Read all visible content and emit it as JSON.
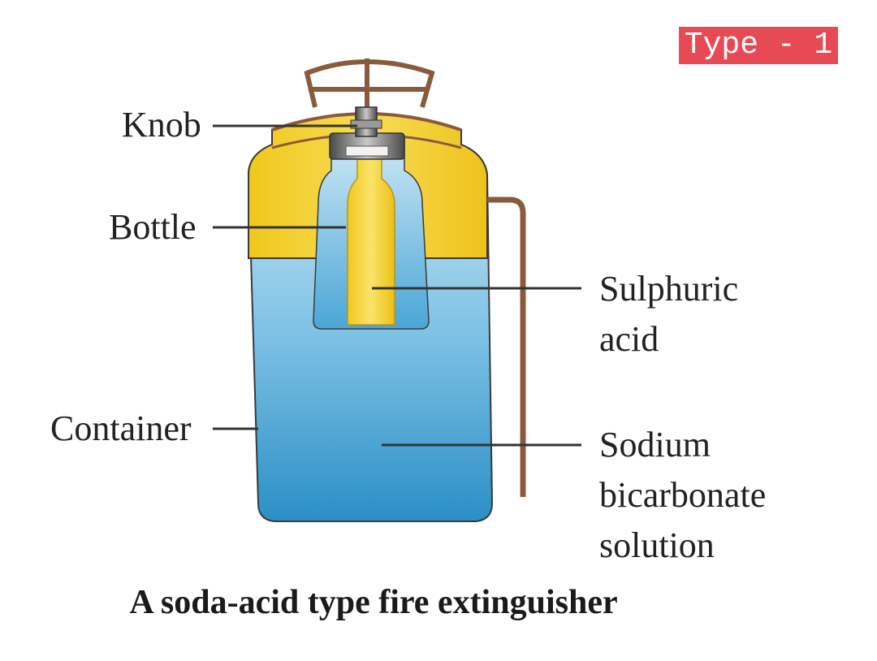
{
  "badge": {
    "text": "Type - 1"
  },
  "labels": {
    "knob": "Knob",
    "bottle": "Bottle",
    "container": "Container",
    "sulphuric_line1": "Sulphuric",
    "sulphuric_line2": "acid",
    "sodium_line1": "Sodium",
    "sodium_line2": "bicarbonate",
    "sodium_line3": "solution"
  },
  "caption": "A soda-acid type fire extinguisher",
  "colors": {
    "badge_bg": "#e84a55",
    "cap_yellow": "#f1cf2a",
    "liquid_blue_light": "#cfe9f5",
    "liquid_blue_dark": "#2a8fc6",
    "handle_brown": "#8a5a3c",
    "knob_gray": "#6b6b6b"
  }
}
